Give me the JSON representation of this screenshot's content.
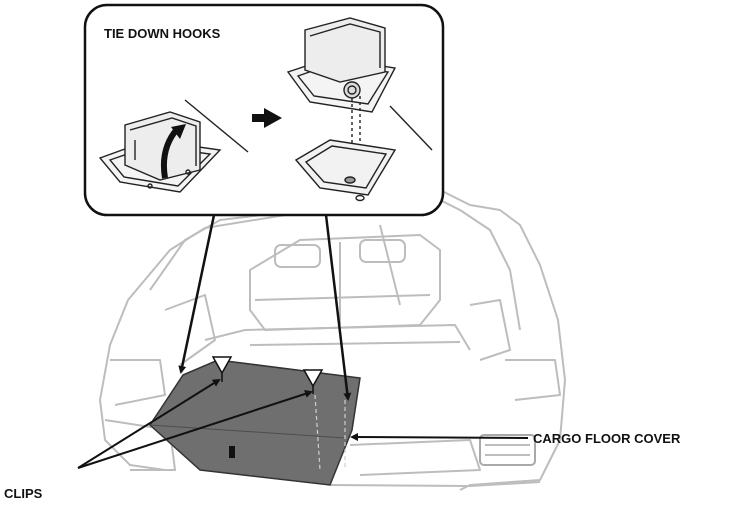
{
  "inset": {
    "title": "TIE DOWN HOOKS"
  },
  "labels": {
    "cargo_floor_cover": "CARGO FLOOR COVER",
    "clips": "CLIPS"
  },
  "colors": {
    "cover_fill": "#6f6f6f",
    "car_line": "#bdbdbd",
    "ink": "#111111"
  }
}
